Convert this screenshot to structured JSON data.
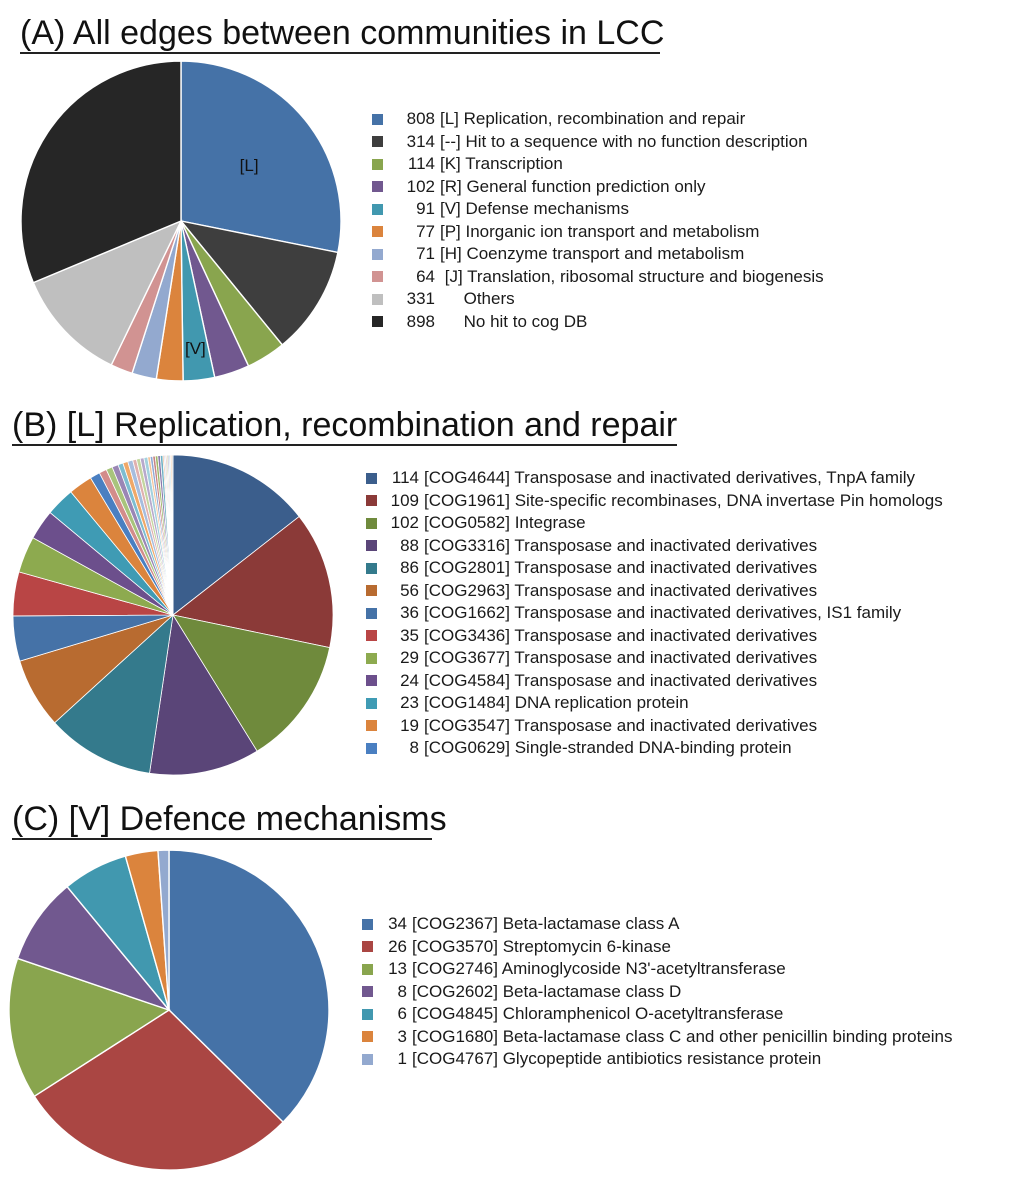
{
  "chart_data": [
    {
      "type": "pie",
      "title": "(A) All edges between communities in LCC",
      "slice_labels": [
        {
          "index": 0,
          "text": "[L]"
        },
        {
          "index": 4,
          "text": "[V]"
        }
      ],
      "legend_position": "right",
      "slices": [
        {
          "value": "808",
          "label": "[L] Replication, recombination and repair",
          "color": "#4572A7"
        },
        {
          "value": "314",
          "label": "[--] Hit to a sequence with no function description",
          "color": "#3E3E3E"
        },
        {
          "value": "114",
          "label": "[K] Transcription",
          "color": "#89A54E"
        },
        {
          "value": "102",
          "label": "[R] General function prediction only",
          "color": "#71588F"
        },
        {
          "value": "91",
          "label": "[V] Defense mechanisms",
          "color": "#4198AF"
        },
        {
          "value": "77",
          "label": "[P] Inorganic ion transport and metabolism",
          "color": "#DB843D"
        },
        {
          "value": "71",
          "label": "[H] Coenzyme transport and metabolism",
          "color": "#93A9CF"
        },
        {
          "value": "64",
          "label": " [J] Translation, ribosomal structure and biogenesis",
          "color": "#D19392"
        },
        {
          "value": "331",
          "label": "     Others",
          "color": "#BFBFBF"
        },
        {
          "value": "898",
          "label": "     No hit to cog DB",
          "color": "#262626"
        }
      ]
    },
    {
      "type": "pie",
      "title": "(B) [L] Replication, recombination and repair",
      "legend_position": "right",
      "slices": [
        {
          "value": "114",
          "label": "[COG4644] Transposase and inactivated derivatives, TnpA family",
          "color": "#3B5E8C"
        },
        {
          "value": "109",
          "label": "[COG1961] Site-specific recombinases, DNA invertase Pin homologs",
          "color": "#8B3A38"
        },
        {
          "value": "102",
          "label": "[COG0582] Integrase",
          "color": "#6F8A3C"
        },
        {
          "value": "88",
          "label": "[COG3316] Transposase and inactivated derivatives",
          "color": "#5A4578"
        },
        {
          "value": "86",
          "label": "[COG2801] Transposase and inactivated derivatives",
          "color": "#347A8C"
        },
        {
          "value": "56",
          "label": "[COG2963] Transposase and inactivated derivatives",
          "color": "#B86B30"
        },
        {
          "value": "36",
          "label": "[COG1662] Transposase and inactivated derivatives, IS1 family",
          "color": "#4572A7"
        },
        {
          "value": "35",
          "label": "[COG3436] Transposase and inactivated derivatives",
          "color": "#B94545"
        },
        {
          "value": "29",
          "label": "[COG3677] Transposase and inactivated derivatives",
          "color": "#8DAA4F"
        },
        {
          "value": "24",
          "label": "[COG4584] Transposase and inactivated derivatives",
          "color": "#6C4F8C"
        },
        {
          "value": "23",
          "label": "[COG1484] DNA replication protein",
          "color": "#3F9BB4"
        },
        {
          "value": "19",
          "label": "[COG3547] Transposase and inactivated derivatives",
          "color": "#DB843D"
        },
        {
          "value": "8",
          "label": "[COG0629] Single-stranded DNA-binding protein",
          "color": "#4A7FC1"
        }
      ],
      "unlisted_slices": [
        6,
        5,
        5,
        4,
        4,
        4,
        3,
        3,
        3,
        3,
        2,
        2,
        2,
        2,
        2,
        2,
        1,
        1,
        1,
        1,
        1,
        1,
        1,
        1
      ],
      "unlisted_colors": [
        "#D38C8B",
        "#A8C47C",
        "#9A86B5",
        "#7DBDD1",
        "#F0A868",
        "#A6BDDE",
        "#E0B0AF",
        "#C4D6A0",
        "#B7A9CC",
        "#A3D1DE",
        "#F5C49A",
        "#8FA9D4",
        "#C98483",
        "#9FB86B",
        "#8C7AAB",
        "#6FB0C4",
        "#E39A5E",
        "#B9C9E4",
        "#D9A3A2",
        "#BACB8D",
        "#A596C0",
        "#92C6D6",
        "#F2B886",
        "#C8C8C8"
      ]
    },
    {
      "type": "pie",
      "title": "(C) [V] Defence mechanisms",
      "legend_position": "right",
      "slices": [
        {
          "value": "34",
          "label": "[COG2367] Beta-lactamase class A",
          "color": "#4572A7"
        },
        {
          "value": "26",
          "label": "[COG3570] Streptomycin 6-kinase",
          "color": "#AA4643"
        },
        {
          "value": "13",
          "label": "[COG2746] Aminoglycoside N3'-acetyltransferase",
          "color": "#89A54E"
        },
        {
          "value": "8",
          "label": "[COG2602] Beta-lactamase class D",
          "color": "#71588F"
        },
        {
          "value": "6",
          "label": "[COG4845] Chloramphenicol O-acetyltransferase",
          "color": "#4198AF"
        },
        {
          "value": "3",
          "label": "[COG1680] Beta-lactamase class C and other penicillin binding proteins",
          "color": "#DB843D"
        },
        {
          "value": "1",
          "label": "[COG4767] Glycopeptide antibiotics resistance protein",
          "color": "#93A9CF"
        }
      ]
    }
  ]
}
